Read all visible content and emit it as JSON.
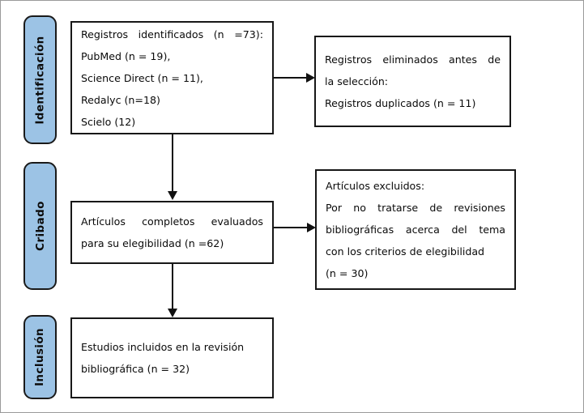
{
  "diagram": {
    "title": "PRISMA flow diagram",
    "colors": {
      "tab_fill": "#9CC3E5",
      "tab_border": "#1a1a1a",
      "box_border": "#171717",
      "connector": "#111111",
      "canvas_border": "#9a9a9a",
      "background": "#ffffff"
    },
    "stages": [
      {
        "id": "identificacion",
        "label": "Identificación"
      },
      {
        "id": "cribado",
        "label": "Cribado"
      },
      {
        "id": "inclusion",
        "label": "Inclusión"
      }
    ],
    "boxes": {
      "identified": {
        "id": "registros-identificados",
        "lines": [
          {
            "text": "Registros  identificados  (n  =73):",
            "words": [
              "Registros",
              "identificados",
              "(n",
              "=73):"
            ],
            "justify": true
          },
          {
            "text": "PubMed (n = 19),",
            "justify": false
          },
          {
            "text": "Science Direct (n = 11),",
            "justify": false
          },
          {
            "text": "Redalyc (n=18)",
            "justify": false
          },
          {
            "text": "Scielo (12)",
            "justify": false
          }
        ]
      },
      "removed": {
        "id": "registros-eliminados",
        "lines": [
          {
            "text": "Registros  eliminados  antes  de",
            "words": [
              "Registros",
              "eliminados",
              "antes",
              "de"
            ],
            "justify": true
          },
          {
            "text": "la selección:",
            "justify": false
          },
          {
            "text": "Registros duplicados (n = 11)",
            "justify": false
          }
        ]
      },
      "assessed": {
        "id": "articulos-completos-evaluados",
        "lines": [
          {
            "text": "Artículos   completos   evaluados",
            "words": [
              "Artículos",
              "completos",
              "evaluados"
            ],
            "justify": true
          },
          {
            "text": "para su elegibilidad (n =62)",
            "justify": false
          }
        ]
      },
      "excluded": {
        "id": "articulos-excluidos",
        "lines": [
          {
            "text": "Artículos excluidos:",
            "justify": false
          },
          {
            "text": "Por  no  tratarse  de  revisiones",
            "words": [
              "Por",
              "no",
              "tratarse",
              "de",
              "revisiones"
            ],
            "justify": true
          },
          {
            "text": "bibliográficas  acerca  del  tema",
            "words": [
              "bibliográficas",
              "acerca",
              "del",
              "tema"
            ],
            "justify": true
          },
          {
            "text": "con los criterios de elegibilidad",
            "justify": false
          },
          {
            "text": "(n = 30)",
            "justify": false
          }
        ]
      },
      "included": {
        "id": "estudios-incluidos",
        "lines": [
          {
            "text": "Estudios incluidos en la revisión",
            "justify": false
          },
          {
            "text": "bibliográfica (n = 32)",
            "justify": false
          }
        ]
      }
    },
    "counts": {
      "identified_total": 73,
      "pubmed": 19,
      "science_direct": 11,
      "redalyc": 18,
      "scielo": 12,
      "duplicates_removed": 11,
      "full_text_assessed": 62,
      "excluded": 30,
      "included": 32
    },
    "connectors": [
      {
        "id": "identified-to-removed",
        "type": "arrow-right"
      },
      {
        "id": "identified-to-assessed",
        "type": "arrow-down"
      },
      {
        "id": "assessed-to-excluded",
        "type": "arrow-right"
      },
      {
        "id": "assessed-to-included",
        "type": "arrow-down"
      }
    ]
  }
}
